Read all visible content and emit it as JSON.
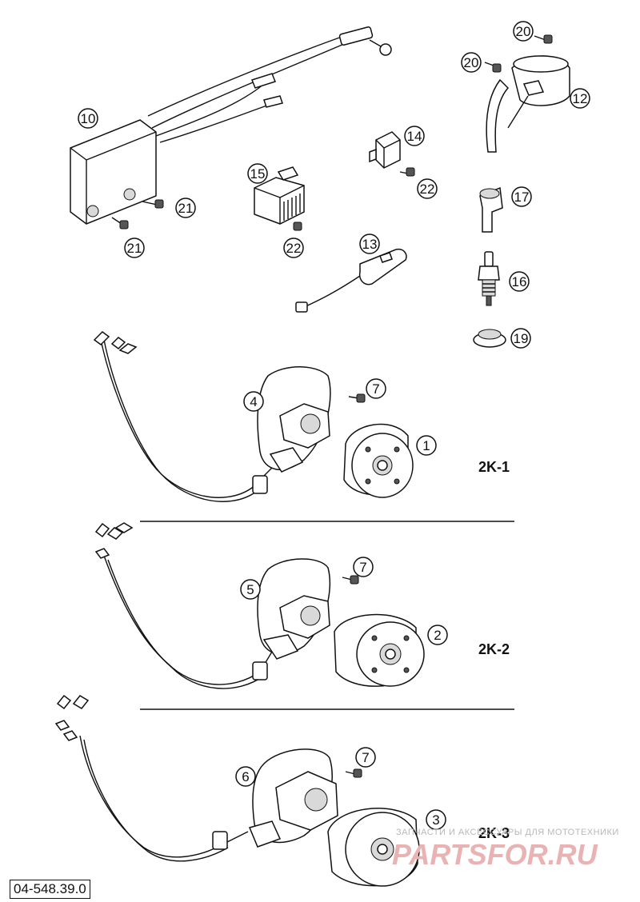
{
  "callouts": {
    "c1": "1",
    "c2": "2",
    "c3": "3",
    "c4": "4",
    "c5": "5",
    "c6": "6",
    "c7a": "7",
    "c7b": "7",
    "c7c": "7",
    "c10": "10",
    "c12": "12",
    "c13": "13",
    "c14": "14",
    "c15": "15",
    "c16": "16",
    "c17": "17",
    "c19": "19",
    "c20a": "20",
    "c20b": "20",
    "c21a": "21",
    "c21b": "21",
    "c22a": "22",
    "c22b": "22"
  },
  "variants": {
    "v1": "2K-1",
    "v2": "2K-2",
    "v3": "2K-3"
  },
  "doc_code": "04-548.39.0",
  "watermark": {
    "tagline": "ЗАПЧАСТИ И АКСЕССУАРЫ ДЛЯ МОТОТЕХНИКИ",
    "logo": "PARTSFOR.RU"
  }
}
